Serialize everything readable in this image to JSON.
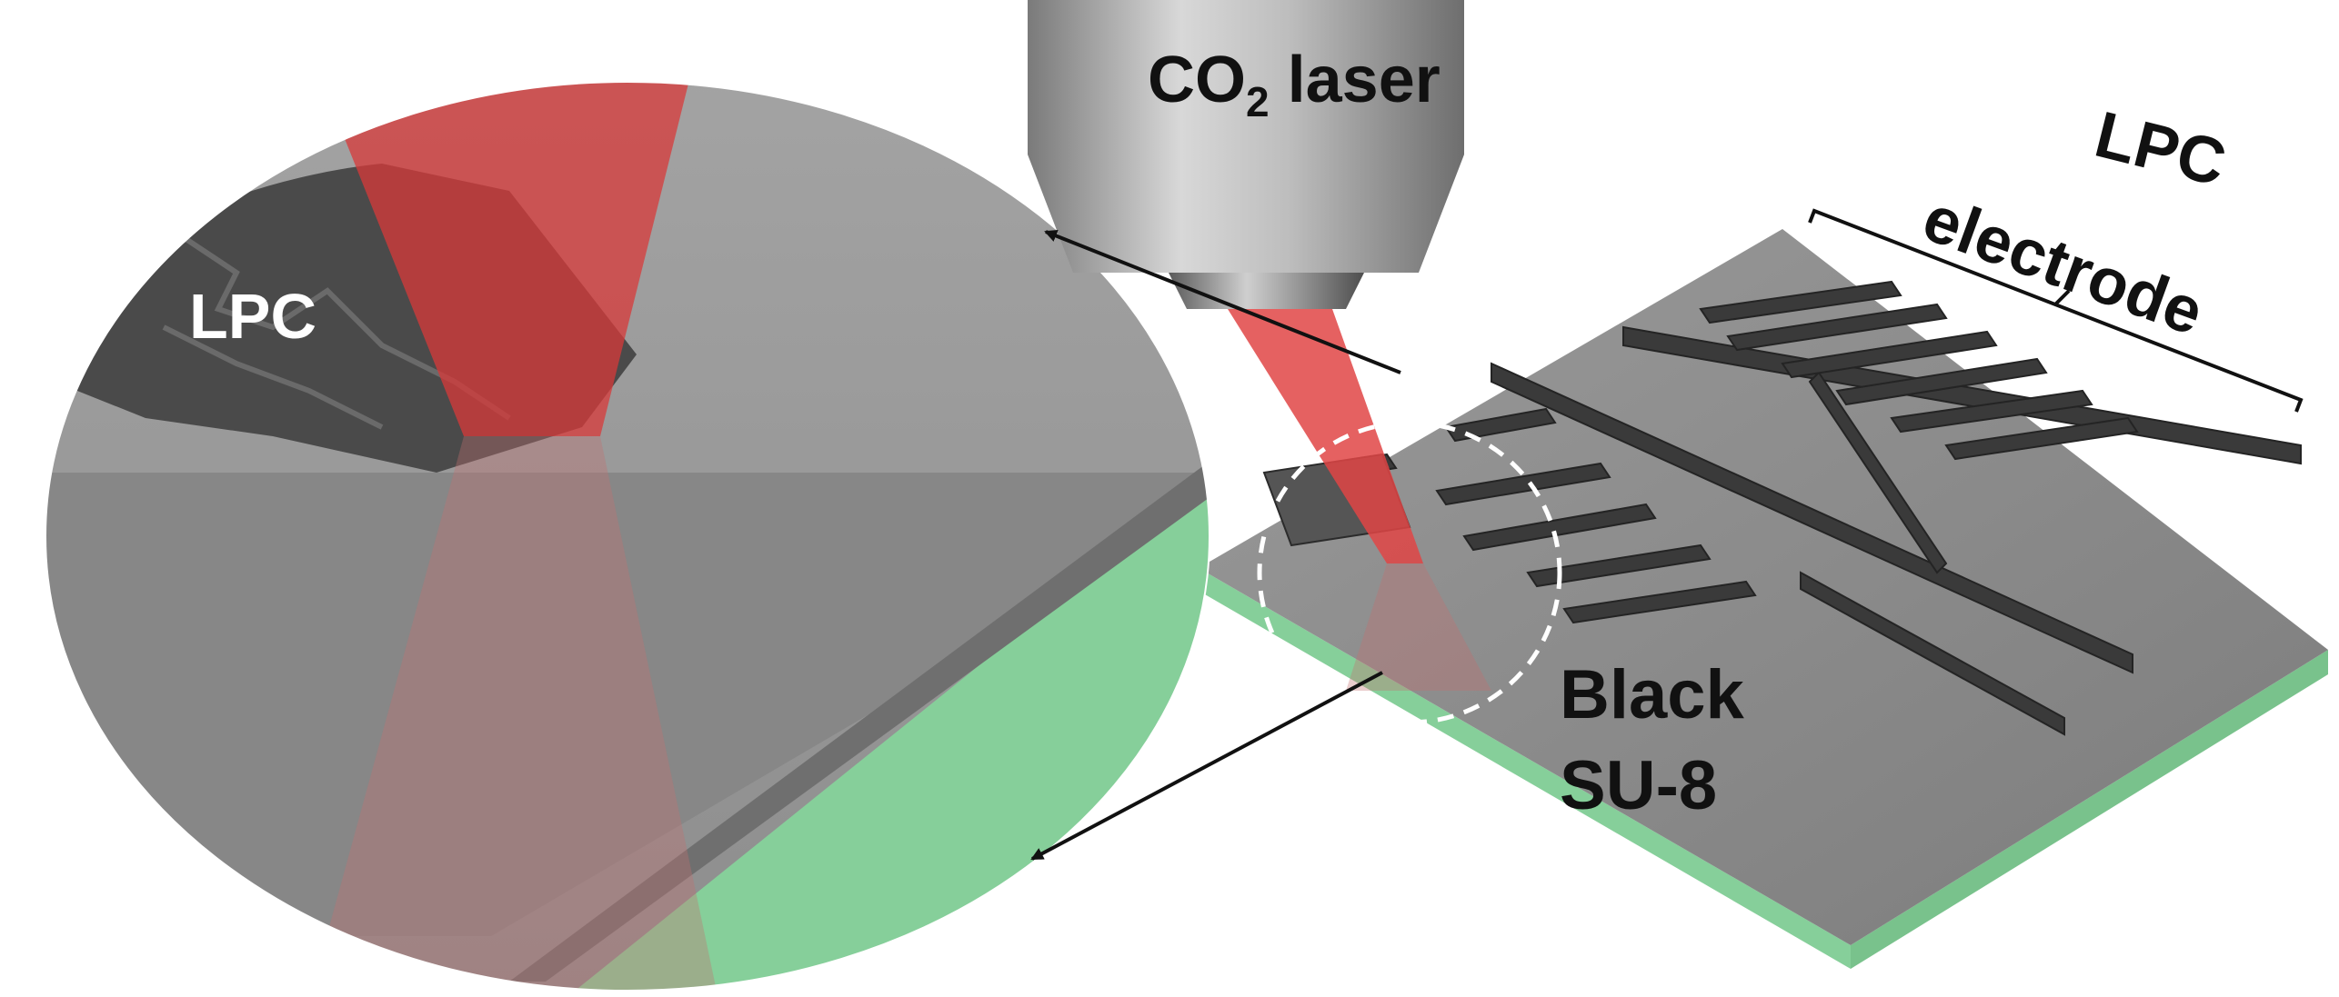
{
  "labels": {
    "laser_prefix": "CO",
    "laser_subscript": "2",
    "laser_suffix": " laser",
    "lpc_electrode_line1": "LPC",
    "lpc_electrode_line2": "electrode",
    "zoom_lpc": "LPC",
    "substrate_line1": "Black",
    "substrate_line2": "SU-8"
  },
  "colors": {
    "laser_beam": "#e03a3a",
    "substrate_edge": "#86cf9a",
    "su8_layer": "#8c8c8c",
    "electrode": "#3a3a3a"
  }
}
